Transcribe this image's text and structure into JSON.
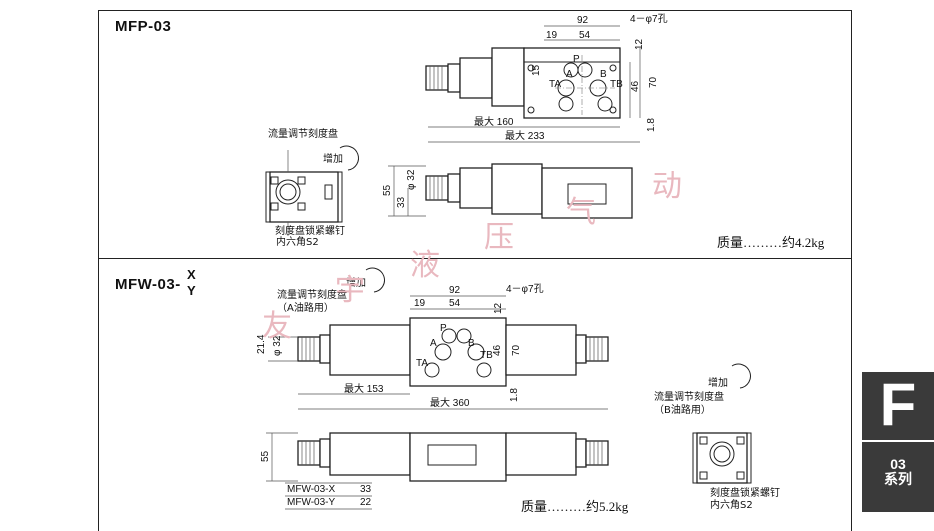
{
  "section_top": {
    "title": "MFP-03",
    "mass": "质量………约4.2kg",
    "dims": {
      "d92": "92",
      "d19": "19",
      "d54": "54",
      "d12": "12",
      "d15": "15",
      "d46": "46",
      "d70": "70",
      "d1_8": "1.8",
      "max160": "最大 160",
      "max233": "最大 233",
      "d55": "55",
      "d33": "33",
      "phi32": "φ 32",
      "hole": "4－φ7孔"
    },
    "ports": {
      "p": "P",
      "a": "A",
      "b": "B",
      "ta": "TA",
      "tb": "TB"
    },
    "labels": {
      "dial": "流量调节刻度盘",
      "increase": "增加",
      "lock_screw": "刻度盘锁紧螺钉",
      "hex": "内六角S2"
    }
  },
  "section_bottom": {
    "title_main": "MFW-03-",
    "title_x": "X",
    "title_y": "Y",
    "mass": "质量………约5.2kg",
    "dims": {
      "d92": "92",
      "d19": "19",
      "d54": "54",
      "d12": "12",
      "d46": "46",
      "d70": "70",
      "d21_4": "21.4",
      "phi32": "φ 32",
      "d1_8": "1.8",
      "max153": "最大 153",
      "max360": "最大 360",
      "d55": "55",
      "hole": "4－φ7孔"
    },
    "ports": {
      "p": "P",
      "a": "A",
      "b": "B",
      "ta": "TA",
      "tb": "TB"
    },
    "labels": {
      "increase_a": "增加",
      "dial_a": "流量调节刻度盘",
      "dial_a_sub": "（A油路用）",
      "increase_b": "增加",
      "dial_b": "流量调节刻度盘",
      "dial_b_sub": "（B油路用）",
      "lock_screw": "刻度盘锁紧螺钉",
      "hex": "内六角S2"
    },
    "table": [
      {
        "model": "MFW-03-X",
        "value": "33"
      },
      {
        "model": "MFW-03-Y",
        "value": "22"
      }
    ]
  },
  "watermark": [
    "友",
    "宇",
    "液",
    "压",
    "气",
    "动"
  ],
  "side_tab": {
    "letter": "F",
    "number": "03",
    "series": "系列"
  },
  "colors": {
    "tab_bg": "#3a3a3a",
    "watermark": "#e9b8bf",
    "ink": "#222222"
  }
}
